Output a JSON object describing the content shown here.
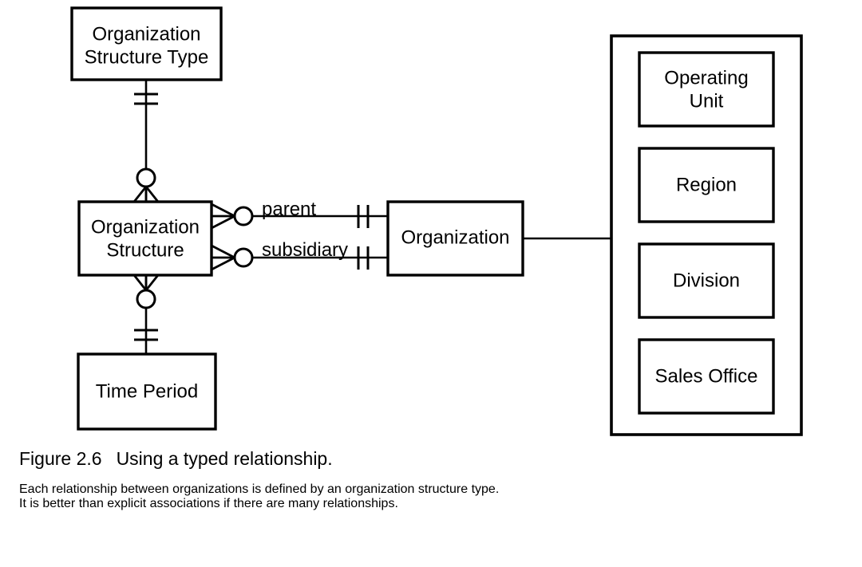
{
  "figure": {
    "number": "Figure 2.6",
    "title": "Using a typed relationship.",
    "description_line_1": "Each relationship between organizations is defined by an organization structure type.",
    "description_line_2": "It is better than explicit associations if there are many relationships."
  },
  "diagram": {
    "type": "entity-relationship",
    "notation": "crow's foot",
    "colors": {
      "stroke": "#000000",
      "fill": "#ffffff",
      "background": "#ffffff"
    },
    "entities": {
      "organization_structure_type": {
        "label_line_1": "Organization",
        "label_line_2": "Structure  Type"
      },
      "organization_structure": {
        "label_line_1": "Organization",
        "label_line_2": "Structure"
      },
      "time_period": {
        "label_line_1": "Time Period"
      },
      "organization": {
        "label_line_1": "Organization"
      }
    },
    "relationship_labels": {
      "parent": "parent",
      "subsidiary": "subsidiary"
    },
    "subtypes": {
      "container_label": "",
      "items": [
        {
          "label_line_1": "Operating",
          "label_line_2": "Unit"
        },
        {
          "label_line_1": "Region",
          "label_line_2": ""
        },
        {
          "label_line_1": "Division",
          "label_line_2": ""
        },
        {
          "label_line_1": "Sales Office",
          "label_line_2": ""
        }
      ]
    }
  }
}
